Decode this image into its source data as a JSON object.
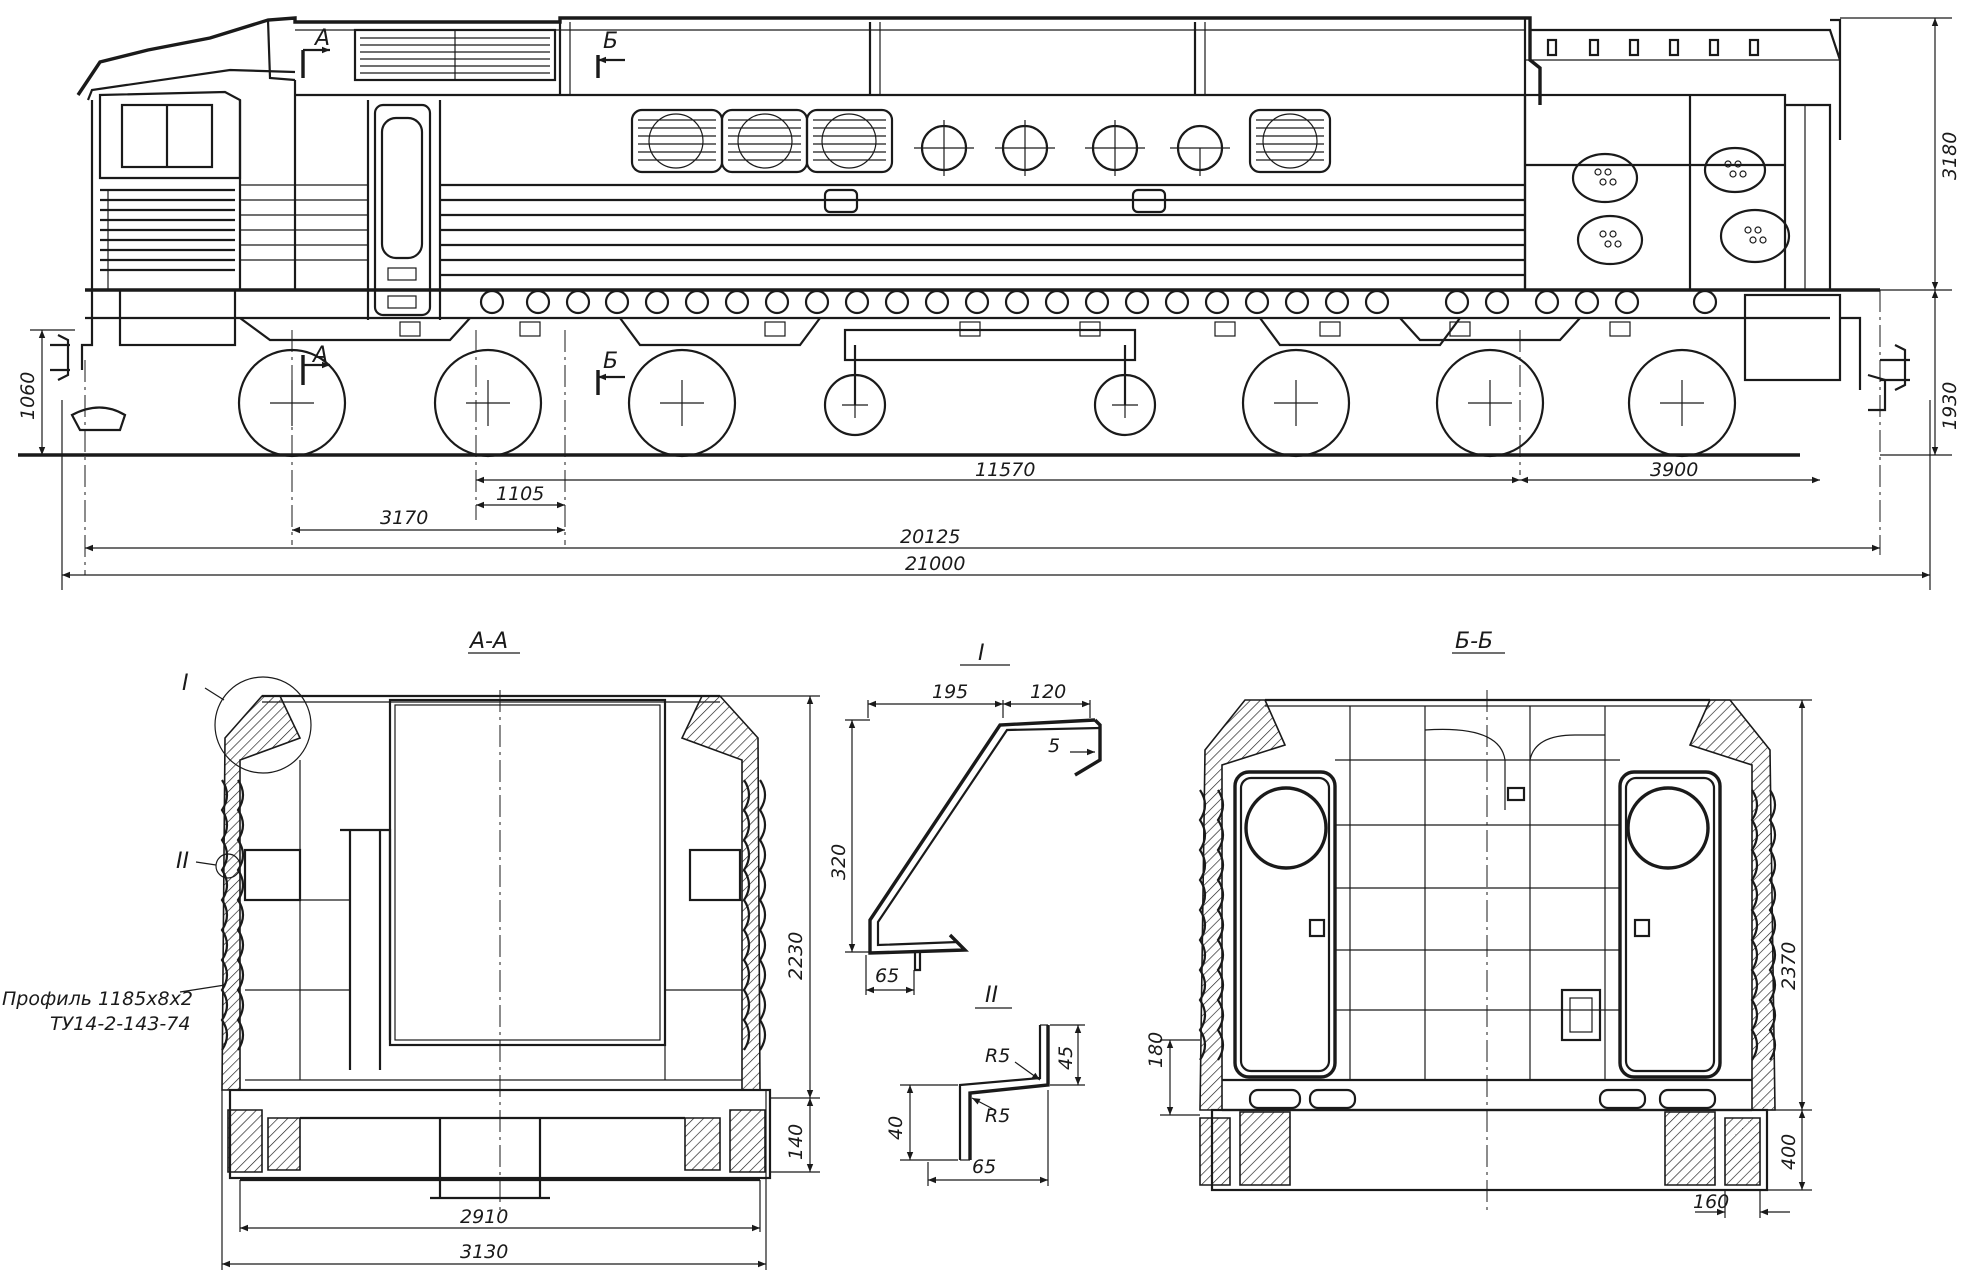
{
  "side_view": {
    "section_marks": {
      "a": "А",
      "b": "Б"
    },
    "dims": {
      "d21000": "21000",
      "d20125": "20125",
      "d11570": "11570",
      "d3900": "3900",
      "d3170": "3170",
      "d1105": "1105",
      "d1060": "1060",
      "d3180": "3180",
      "d1930": "1930"
    }
  },
  "section_aa": {
    "title": "А-А",
    "callout_1": "I",
    "callout_2": "II",
    "profile_note": "Профиль 1185х8х2",
    "profile_spec": "ТУ14-2-143-74",
    "dims": {
      "d2230": "2230",
      "d140": "140",
      "d2910": "2910",
      "d3130": "3130"
    }
  },
  "detail_1": {
    "title": "I",
    "dims": {
      "d195": "195",
      "d120": "120",
      "d5": "5",
      "d320": "320",
      "d65": "65"
    }
  },
  "detail_2": {
    "title": "II",
    "dims": {
      "r5a": "R5",
      "r5b": "R5",
      "d45": "45",
      "d40": "40",
      "d65": "65"
    }
  },
  "section_bb": {
    "title": "Б-Б",
    "dims": {
      "d180": "180",
      "d2370": "2370",
      "d400": "400",
      "d160": "160"
    }
  }
}
